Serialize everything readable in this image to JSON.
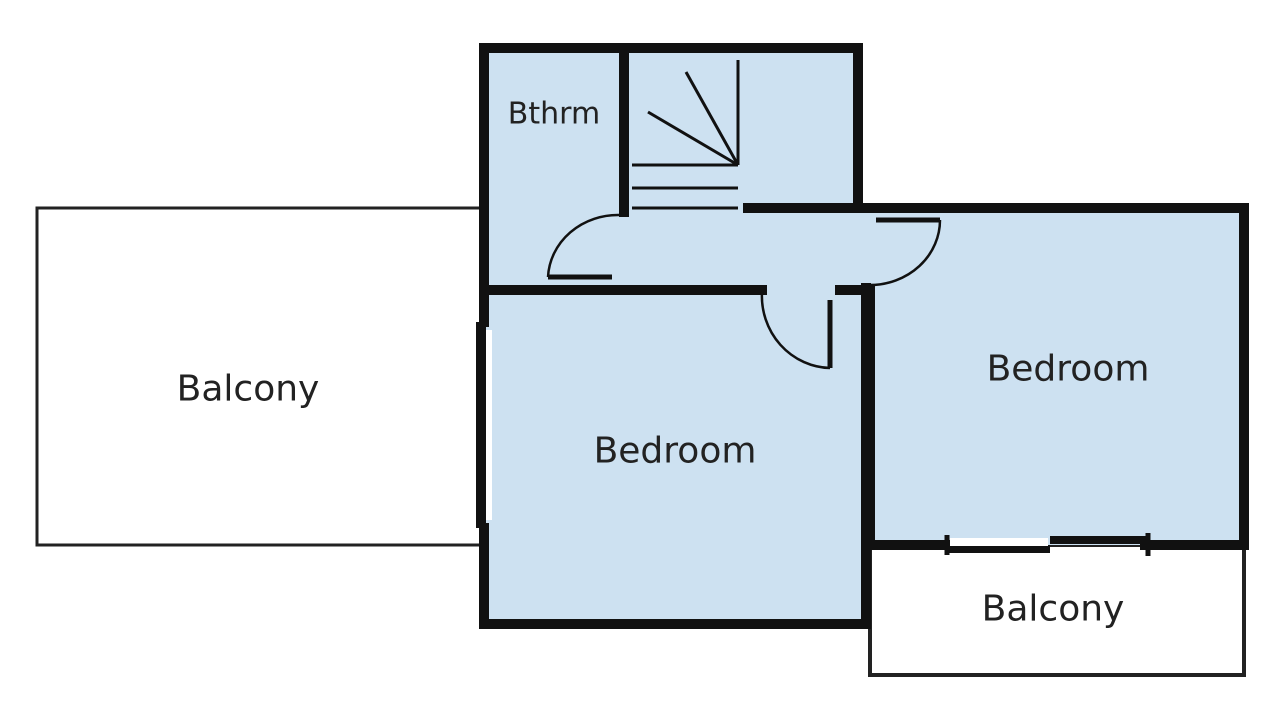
{
  "colors": {
    "room_fill": "#cde1f1",
    "wall": "#111111",
    "balcony_fill": "#ffffff"
  },
  "rooms": {
    "bathroom": "Bthrm",
    "balcony_left": "Balcony",
    "bedroom_left": "Bedroom",
    "bedroom_right": "Bedroom",
    "balcony_right": "Balcony"
  }
}
